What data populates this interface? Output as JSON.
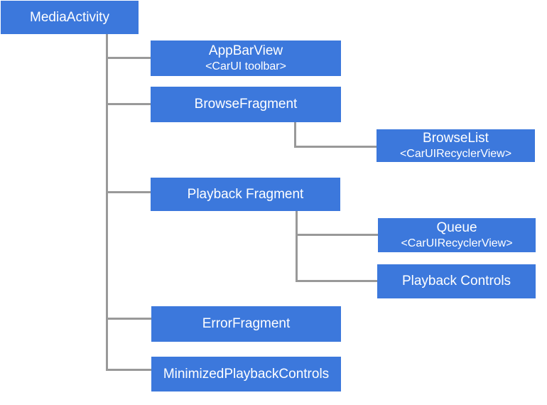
{
  "diagram": {
    "type": "hierarchy-tree",
    "colors": {
      "node_fill": "#3c78dc",
      "node_text": "#ffffff",
      "connector": "#999999",
      "background": "#ffffff"
    },
    "nodes": {
      "media_activity": {
        "label": "MediaActivity"
      },
      "app_bar_view": {
        "label": "AppBarView",
        "sublabel": "<CarUI toolbar>"
      },
      "browse_fragment": {
        "label": "BrowseFragment"
      },
      "browse_list": {
        "label": "BrowseList",
        "sublabel": "<CarUIRecyclerView>"
      },
      "playback_fragment": {
        "label": "Playback Fragment"
      },
      "queue": {
        "label": "Queue",
        "sublabel": "<CarUIRecyclerView>"
      },
      "playback_controls": {
        "label": "Playback Controls"
      },
      "error_fragment": {
        "label": "ErrorFragment"
      },
      "minimized_playback_controls": {
        "label": "MinimizedPlaybackControls"
      }
    },
    "edges": [
      {
        "from": "MediaActivity",
        "to": "AppBarView"
      },
      {
        "from": "MediaActivity",
        "to": "BrowseFragment"
      },
      {
        "from": "BrowseFragment",
        "to": "BrowseList"
      },
      {
        "from": "MediaActivity",
        "to": "Playback Fragment"
      },
      {
        "from": "Playback Fragment",
        "to": "Queue"
      },
      {
        "from": "Playback Fragment",
        "to": "Playback Controls"
      },
      {
        "from": "MediaActivity",
        "to": "ErrorFragment"
      },
      {
        "from": "MediaActivity",
        "to": "MinimizedPlaybackControls"
      }
    ]
  }
}
